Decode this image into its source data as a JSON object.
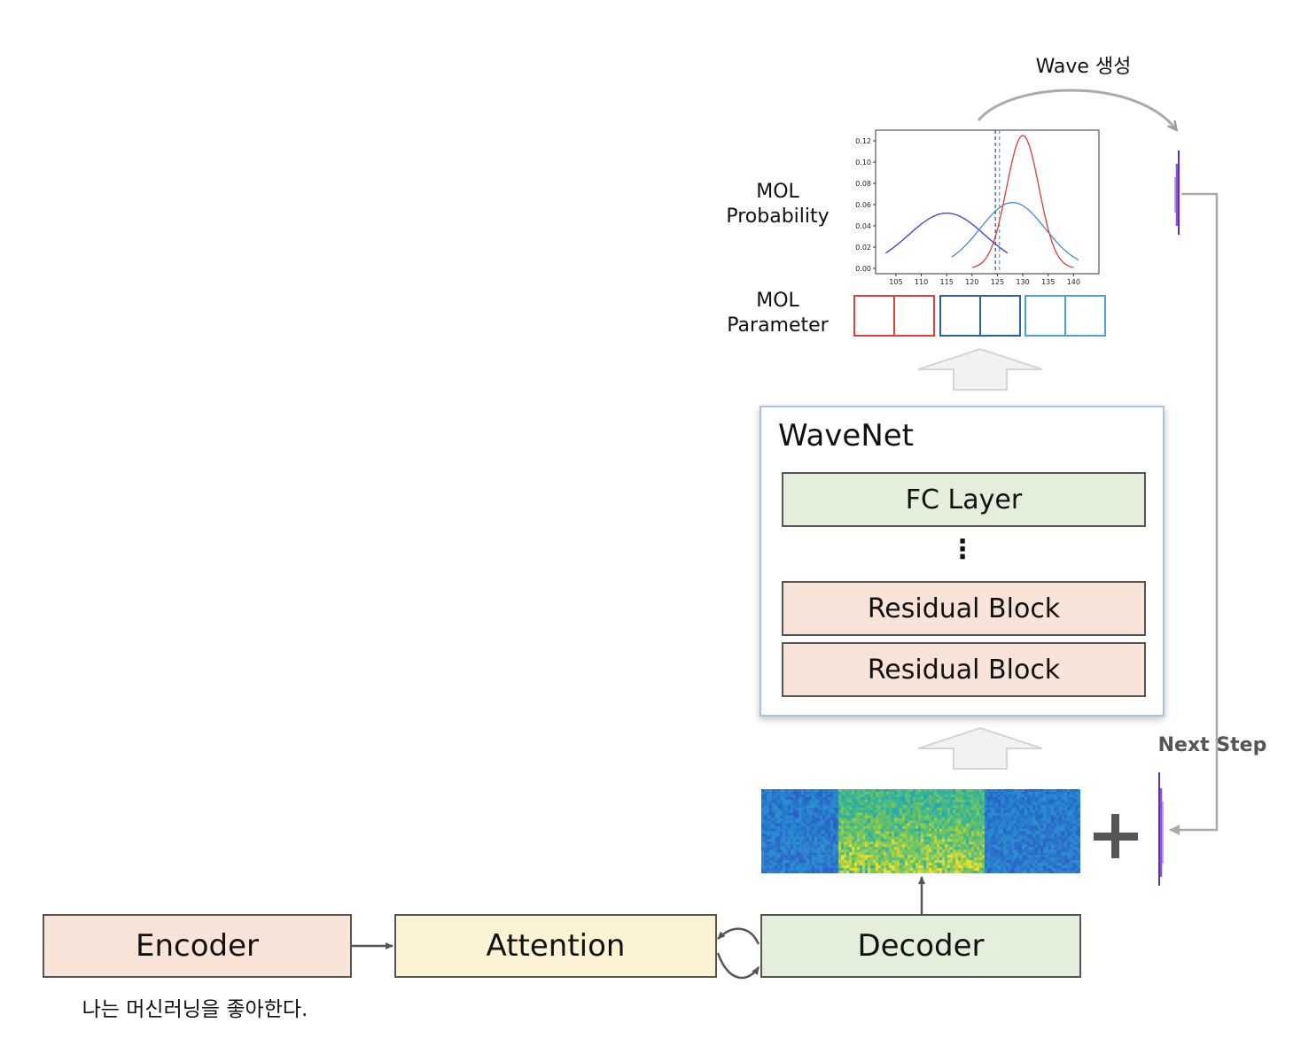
{
  "sentence": "나는 머신러닝을 좋아한다.",
  "pipeline": {
    "encoder_label": "Encoder",
    "attention_label": "Attention",
    "decoder_label": "Decoder"
  },
  "wavenet": {
    "title": "WaveNet",
    "fc_label": "FC Layer",
    "ellipsis": "⋮",
    "residual_labels": [
      "Residual Block",
      "Residual Block"
    ]
  },
  "mol_probability_label": [
    "MOL",
    "Probability"
  ],
  "mol_parameter_label": [
    "MOL",
    "Parameter"
  ],
  "wave_generation_label": "Wave 생성",
  "next_step_label": "Next Step",
  "plus_symbol": "+",
  "mol_parameter_colors": [
    "#e0403a",
    "#2e5faa",
    "#4aa3df"
  ],
  "chart_data": {
    "type": "line",
    "title": "",
    "xlabel": "",
    "ylabel": "",
    "x_ticks": [
      "105",
      "110",
      "115",
      "120",
      "125",
      "130",
      "135",
      "140"
    ],
    "y_ticks": [
      "0.00",
      "0.02",
      "0.04",
      "0.06",
      "0.08",
      "0.10",
      "0.12"
    ],
    "xlim": [
      101,
      145
    ],
    "ylim": [
      -0.005,
      0.13
    ],
    "series": [
      {
        "color": "#3b3bd6",
        "mean": 115,
        "peak": 0.052,
        "sigma": 7.5,
        "x_range": [
          103,
          127
        ]
      },
      {
        "color": "#4a88c8",
        "mean": 128,
        "peak": 0.062,
        "sigma": 6.4,
        "x_range": [
          116,
          141
        ]
      },
      {
        "color": "#e03a3a",
        "mean": 130,
        "peak": 0.125,
        "sigma": 3.2,
        "x_range": [
          120,
          140
        ]
      }
    ],
    "vlines": [
      {
        "x": 124.6,
        "color": "#2a4f8a",
        "style": "dashed"
      },
      {
        "x": 125.4,
        "color": "#4a9cd8",
        "style": "dashed"
      }
    ],
    "grid": false,
    "legend": "none"
  }
}
